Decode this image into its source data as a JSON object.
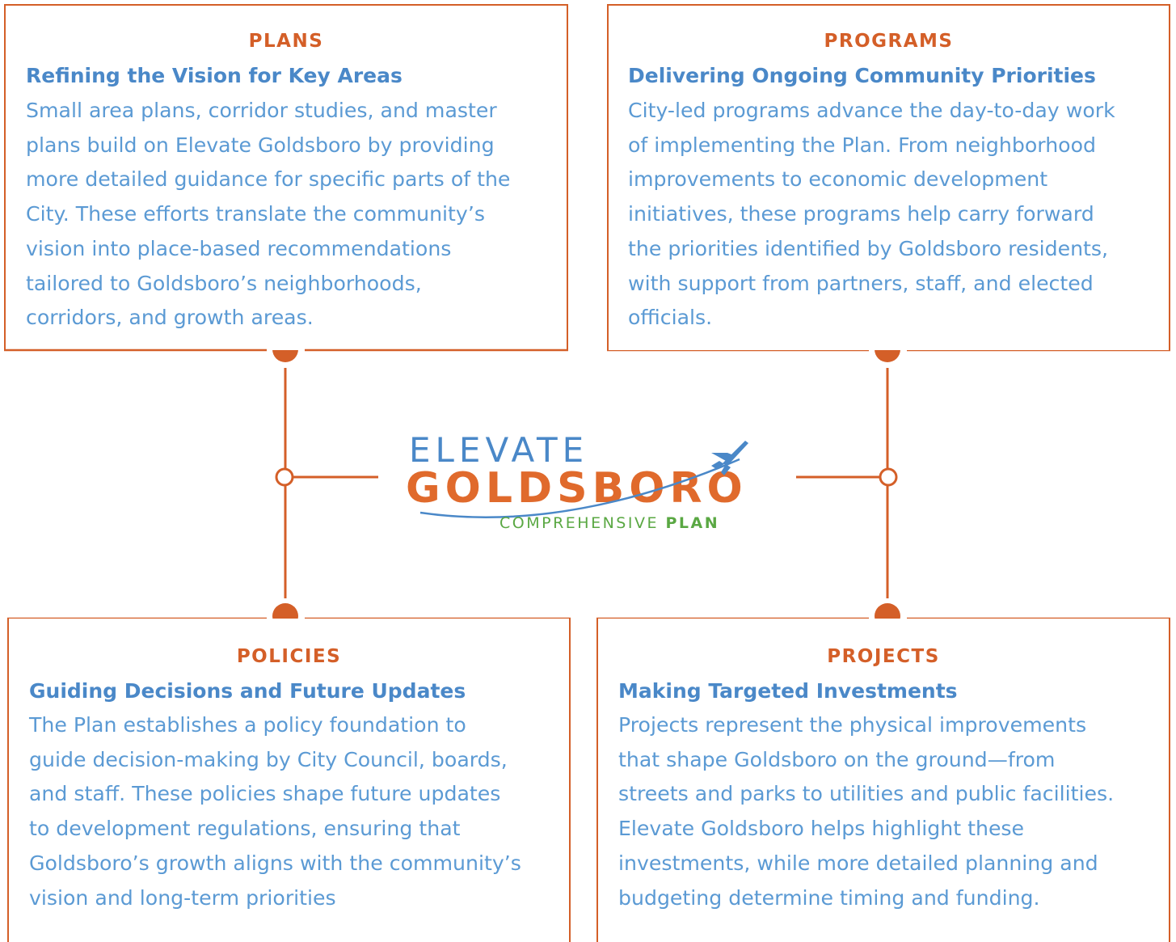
{
  "colors": {
    "accent": "#d45f28",
    "heading_blue": "#4a88c8",
    "body_blue": "#5b9ad4",
    "logo_green": "#5aa843"
  },
  "cards": {
    "plans": {
      "heading": "PLANS",
      "subheading": "Refining the Vision for Key Areas",
      "lines": [
        "Small area plans, corridor studies, and master",
        "plans build on Elevate Goldsboro by providing",
        "more detailed guidance for specific parts of the",
        "City. These efforts translate the community’s",
        "vision into place-based recommendations",
        "tailored to Goldsboro’s neighborhoods,",
        "corridors, and growth areas."
      ]
    },
    "programs": {
      "heading": "PROGRAMS",
      "subheading": "Delivering Ongoing Community Priorities",
      "lines": [
        "City-led programs advance the day-to-day work",
        "of implementing the Plan. From neighborhood",
        "improvements to economic development",
        "initiatives, these programs help carry forward",
        "the priorities identified by Goldsboro residents,",
        "with support from partners, staff, and elected",
        "officials."
      ]
    },
    "policies": {
      "heading": "POLICIES",
      "subheading": "Guiding Decisions and Future Updates",
      "lines": [
        "The Plan establishes a policy foundation to",
        "guide decision-making by City Council, boards,",
        "and staff. These policies shape future updates",
        "to development regulations, ensuring that",
        "Goldsboro’s growth aligns with the community’s",
        "vision and long-term priorities"
      ]
    },
    "projects": {
      "heading": "PROJECTS",
      "subheading": "Making Targeted Investments",
      "lines": [
        "Projects represent the physical improvements",
        "that shape Goldsboro on the ground—from",
        "streets and parks to utilities and public facilities.",
        "Elevate Goldsboro helps highlight these",
        "investments, while more detailed planning and",
        "budgeting determine timing and funding."
      ]
    }
  },
  "logo": {
    "line1": "ELEVATE",
    "line2": "GOLDSBORO",
    "line3a": "COMPREHENSIVE",
    "line3b": "PLAN",
    "icon": "jet-icon"
  }
}
